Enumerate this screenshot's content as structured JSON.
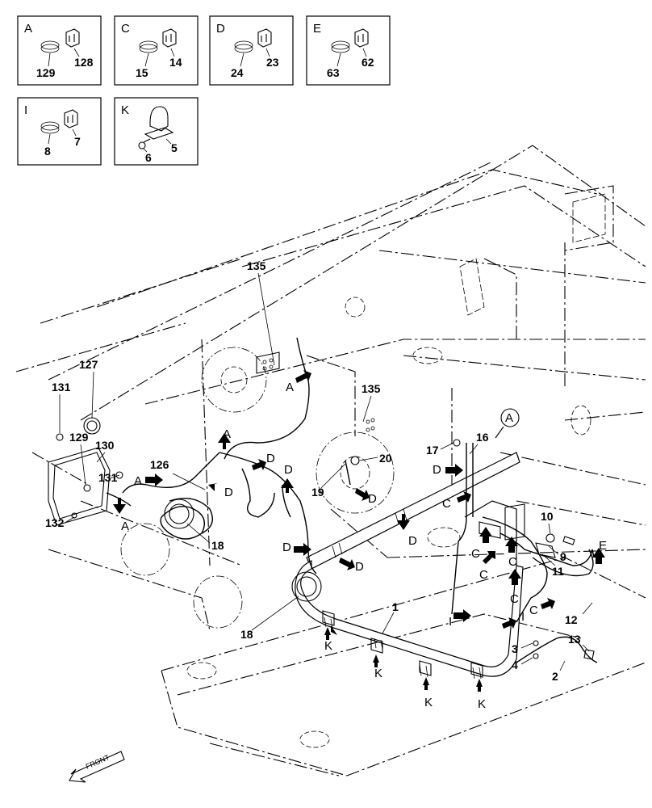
{
  "details": [
    {
      "id": "A",
      "parts": [
        "129",
        "128"
      ]
    },
    {
      "id": "C",
      "parts": [
        "15",
        "14"
      ]
    },
    {
      "id": "D",
      "parts": [
        "24",
        "23"
      ]
    },
    {
      "id": "E",
      "parts": [
        "63",
        "62"
      ]
    },
    {
      "id": "I",
      "parts": [
        "8",
        "7"
      ]
    },
    {
      "id": "K",
      "parts": [
        "6",
        "5"
      ]
    }
  ],
  "callouts": {
    "p135a": "135",
    "p135b": "135",
    "p127": "127",
    "p131a": "131",
    "p131b": "131",
    "p129": "129",
    "p130": "130",
    "p126": "126",
    "p132": "132",
    "p18a": "18",
    "p18b": "18",
    "p19": "19",
    "p20": "20",
    "p17": "17",
    "p16": "16",
    "p10": "10",
    "p9": "9",
    "p11": "11",
    "p12": "12",
    "p13": "13",
    "p3": "3",
    "p4": "4",
    "p2": "2",
    "p1": "1"
  },
  "arrow_labels": {
    "a1": "A",
    "a2": "A",
    "a3": "A",
    "a4": "A",
    "d1": "D",
    "d2": "D",
    "d3": "D",
    "d4": "D",
    "d5": "D",
    "d6": "D",
    "d7": "D",
    "d8": "D",
    "c1": "C",
    "c2": "C",
    "c3": "C",
    "c4": "C",
    "c5": "C",
    "c6": "C",
    "e1": "E",
    "i1": "I",
    "i2": "I",
    "k1": "K",
    "k2": "K",
    "k3": "K",
    "k4": "K"
  },
  "circle_ref": "A",
  "front_label": "FRONT"
}
